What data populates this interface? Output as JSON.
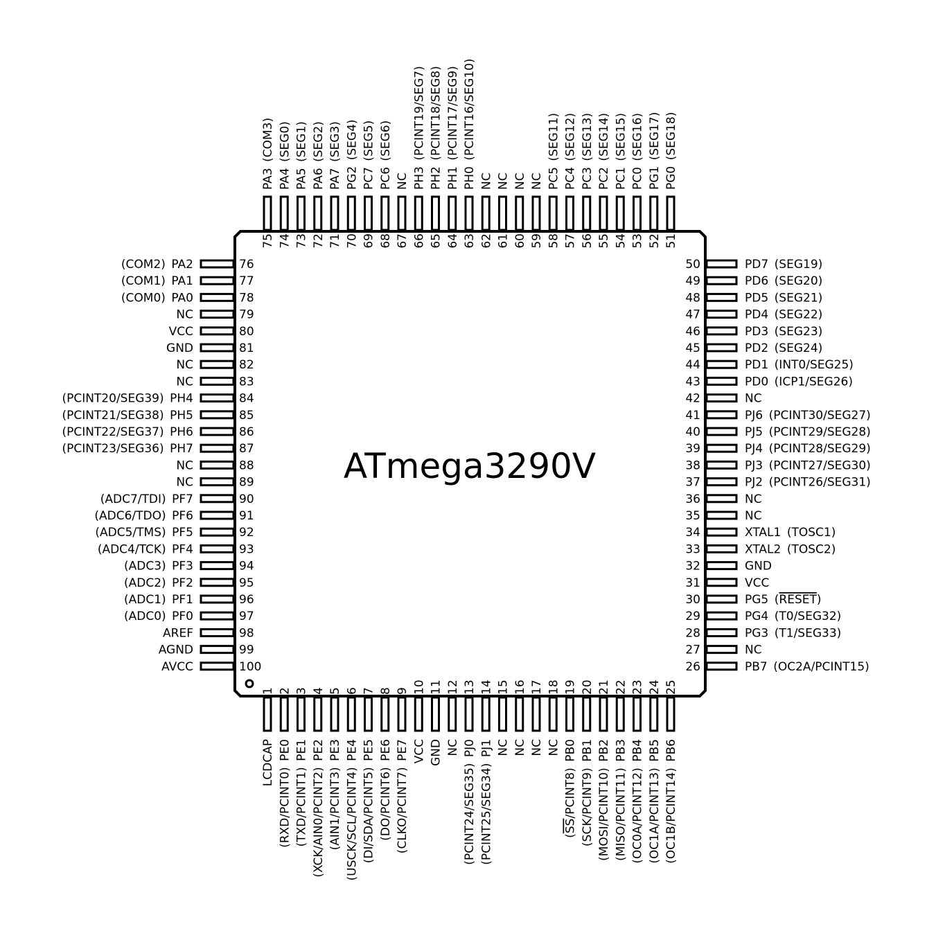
{
  "chip": {
    "name": "ATmega3290V"
  },
  "pins": {
    "left": [
      {
        "num": "76",
        "name": "PA2",
        "alt": "(COM2)"
      },
      {
        "num": "77",
        "name": "PA1",
        "alt": "(COM1)"
      },
      {
        "num": "78",
        "name": "PA0",
        "alt": "(COM0)"
      },
      {
        "num": "79",
        "name": "NC",
        "alt": ""
      },
      {
        "num": "80",
        "name": "VCC",
        "alt": ""
      },
      {
        "num": "81",
        "name": "GND",
        "alt": ""
      },
      {
        "num": "82",
        "name": "NC",
        "alt": ""
      },
      {
        "num": "83",
        "name": "NC",
        "alt": ""
      },
      {
        "num": "84",
        "name": "PH4",
        "alt": "(PCINT20/SEG39)"
      },
      {
        "num": "85",
        "name": "PH5",
        "alt": "(PCINT21/SEG38)"
      },
      {
        "num": "86",
        "name": "PH6",
        "alt": "(PCINT22/SEG37)"
      },
      {
        "num": "87",
        "name": "PH7",
        "alt": "(PCINT23/SEG36)"
      },
      {
        "num": "88",
        "name": "NC",
        "alt": ""
      },
      {
        "num": "89",
        "name": "NC",
        "alt": ""
      },
      {
        "num": "90",
        "name": "PF7",
        "alt": "(ADC7/TDI)"
      },
      {
        "num": "91",
        "name": "PF6",
        "alt": "(ADC6/TDO)"
      },
      {
        "num": "92",
        "name": "PF5",
        "alt": "(ADC5/TMS)"
      },
      {
        "num": "93",
        "name": "PF4",
        "alt": "(ADC4/TCK)"
      },
      {
        "num": "94",
        "name": "PF3",
        "alt": "(ADC3)"
      },
      {
        "num": "95",
        "name": "PF2",
        "alt": "(ADC2)"
      },
      {
        "num": "96",
        "name": "PF1",
        "alt": "(ADC1)"
      },
      {
        "num": "97",
        "name": "PF0",
        "alt": "(ADC0)"
      },
      {
        "num": "98",
        "name": "AREF",
        "alt": ""
      },
      {
        "num": "99",
        "name": "AGND",
        "alt": ""
      },
      {
        "num": "100",
        "name": "AVCC",
        "alt": ""
      }
    ],
    "right": [
      {
        "num": "50",
        "name": "PD7",
        "alt": "(SEG19)"
      },
      {
        "num": "49",
        "name": "PD6",
        "alt": "(SEG20)"
      },
      {
        "num": "48",
        "name": "PD5",
        "alt": "(SEG21)"
      },
      {
        "num": "47",
        "name": "PD4",
        "alt": "(SEG22)"
      },
      {
        "num": "46",
        "name": "PD3",
        "alt": "(SEG23)"
      },
      {
        "num": "45",
        "name": "PD2",
        "alt": "(SEG24)"
      },
      {
        "num": "44",
        "name": "PD1",
        "alt": "(INT0/SEG25)"
      },
      {
        "num": "43",
        "name": "PD0",
        "alt": "(ICP1/SEG26)"
      },
      {
        "num": "42",
        "name": "NC",
        "alt": ""
      },
      {
        "num": "41",
        "name": "PJ6",
        "alt": "(PCINT30/SEG27)"
      },
      {
        "num": "40",
        "name": "PJ5",
        "alt": "(PCINT29/SEG28)"
      },
      {
        "num": "39",
        "name": "PJ4",
        "alt": "(PCINT28/SEG29)"
      },
      {
        "num": "38",
        "name": "PJ3",
        "alt": "(PCINT27/SEG30)"
      },
      {
        "num": "37",
        "name": "PJ2",
        "alt": "(PCINT26/SEG31)"
      },
      {
        "num": "36",
        "name": "NC",
        "alt": ""
      },
      {
        "num": "35",
        "name": "NC",
        "alt": ""
      },
      {
        "num": "34",
        "name": "XTAL1",
        "alt": "(TOSC1)"
      },
      {
        "num": "33",
        "name": "XTAL2",
        "alt": "(TOSC2)"
      },
      {
        "num": "32",
        "name": "GND",
        "alt": ""
      },
      {
        "num": "31",
        "name": "VCC",
        "alt": ""
      },
      {
        "num": "30",
        "name": "PG5",
        "alt": "(RESET)",
        "overline": "RESET"
      },
      {
        "num": "29",
        "name": "PG4",
        "alt": "(T0/SEG32)"
      },
      {
        "num": "28",
        "name": "PG3",
        "alt": "(T1/SEG33)"
      },
      {
        "num": "27",
        "name": "NC",
        "alt": ""
      },
      {
        "num": "26",
        "name": "PB7",
        "alt": "(OC2A/PCINT15)"
      }
    ],
    "top": [
      {
        "num": "75",
        "name": "PA3",
        "alt": "(COM3)"
      },
      {
        "num": "74",
        "name": "PA4",
        "alt": "(SEG0)"
      },
      {
        "num": "73",
        "name": "PA5",
        "alt": "(SEG1)"
      },
      {
        "num": "72",
        "name": "PA6",
        "alt": "(SEG2)"
      },
      {
        "num": "71",
        "name": "PA7",
        "alt": "(SEG3)"
      },
      {
        "num": "70",
        "name": "PG2",
        "alt": "(SEG4)"
      },
      {
        "num": "69",
        "name": "PC7",
        "alt": "(SEG5)"
      },
      {
        "num": "68",
        "name": "PC6",
        "alt": "(SEG6)"
      },
      {
        "num": "67",
        "name": "NC",
        "alt": ""
      },
      {
        "num": "66",
        "name": "PH3",
        "alt": "(PCINT19/SEG7)"
      },
      {
        "num": "65",
        "name": "PH2",
        "alt": "(PCINT18/SEG8)"
      },
      {
        "num": "64",
        "name": "PH1",
        "alt": "(PCINT17/SEG9)"
      },
      {
        "num": "63",
        "name": "PH0",
        "alt": "(PCINT16/SEG10)"
      },
      {
        "num": "62",
        "name": "NC",
        "alt": ""
      },
      {
        "num": "61",
        "name": "NC",
        "alt": ""
      },
      {
        "num": "60",
        "name": "NC",
        "alt": ""
      },
      {
        "num": "59",
        "name": "NC",
        "alt": ""
      },
      {
        "num": "58",
        "name": "PC5",
        "alt": "(SEG11)"
      },
      {
        "num": "57",
        "name": "PC4",
        "alt": "(SEG12)"
      },
      {
        "num": "56",
        "name": "PC3",
        "alt": "(SEG13)"
      },
      {
        "num": "55",
        "name": "PC2",
        "alt": "(SEG14)"
      },
      {
        "num": "54",
        "name": "PC1",
        "alt": "(SEG15)"
      },
      {
        "num": "53",
        "name": "PC0",
        "alt": "(SEG16)"
      },
      {
        "num": "52",
        "name": "PG1",
        "alt": "(SEG17)"
      },
      {
        "num": "51",
        "name": "PG0",
        "alt": "(SEG18)"
      }
    ],
    "bottom": [
      {
        "num": "1",
        "name": "LCDCAP",
        "alt": ""
      },
      {
        "num": "2",
        "name": "PE0",
        "alt": "(RXD/PCINT0)"
      },
      {
        "num": "3",
        "name": "PE1",
        "alt": "(TXD/PCINT1)"
      },
      {
        "num": "4",
        "name": "PE2",
        "alt": "(XCK/AIN0/PCINT2)"
      },
      {
        "num": "5",
        "name": "PE3",
        "alt": "(AIN1/PCINT3)"
      },
      {
        "num": "6",
        "name": "PE4",
        "alt": "(USCK/SCL/PCINT4)"
      },
      {
        "num": "7",
        "name": "PE5",
        "alt": "(DI/SDA/PCINT5)"
      },
      {
        "num": "8",
        "name": "PE6",
        "alt": "(DO/PCINT6)"
      },
      {
        "num": "9",
        "name": "PE7",
        "alt": "(CLKO/PCINT7)"
      },
      {
        "num": "10",
        "name": "VCC",
        "alt": ""
      },
      {
        "num": "11",
        "name": "GND",
        "alt": ""
      },
      {
        "num": "12",
        "name": "NC",
        "alt": ""
      },
      {
        "num": "13",
        "name": "PJ0",
        "alt": "(PCINT24/SEG35)"
      },
      {
        "num": "14",
        "name": "PJ1",
        "alt": "(PCINT25/SEG34)"
      },
      {
        "num": "15",
        "name": "NC",
        "alt": ""
      },
      {
        "num": "16",
        "name": "NC",
        "alt": ""
      },
      {
        "num": "17",
        "name": "NC",
        "alt": ""
      },
      {
        "num": "18",
        "name": "NC",
        "alt": ""
      },
      {
        "num": "19",
        "name": "PB0",
        "alt": "(SS/PCINT8)",
        "overline": "SS"
      },
      {
        "num": "20",
        "name": "PB1",
        "alt": "(SCK/PCINT9)"
      },
      {
        "num": "21",
        "name": "PB2",
        "alt": "(MOSI/PCINT10)"
      },
      {
        "num": "22",
        "name": "PB3",
        "alt": "(MISO/PCINT11)"
      },
      {
        "num": "23",
        "name": "PB4",
        "alt": "(OC0A/PCINT12)"
      },
      {
        "num": "24",
        "name": "PB5",
        "alt": "(OC1A/PCINT13)"
      },
      {
        "num": "25",
        "name": "PB6",
        "alt": "(OC1B/PCINT14)"
      }
    ]
  }
}
